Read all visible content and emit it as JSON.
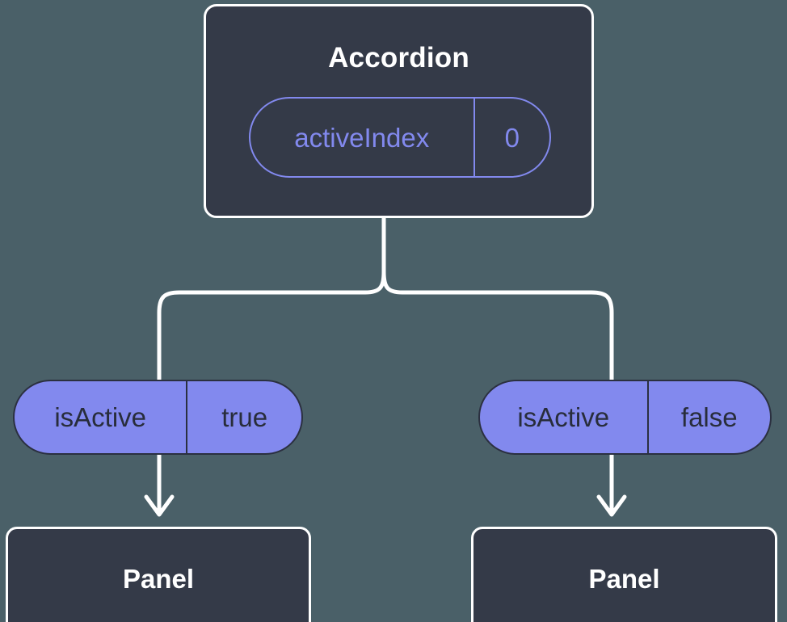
{
  "diagram": {
    "background_color": "#4a6068",
    "root": {
      "title": "Accordion",
      "state_badge": {
        "key": "activeIndex",
        "value": "0",
        "accent_color": "#8289ee",
        "style": "outline"
      },
      "box_color": "#343a48",
      "border_color": "#ffffff"
    },
    "branches": [
      {
        "prop_badge": {
          "key": "isActive",
          "value": "true",
          "fill_color": "#8289ee",
          "text_color": "#282d3b",
          "style": "filled"
        },
        "child": {
          "title": "Panel",
          "box_color": "#343a48",
          "border_color": "#ffffff"
        }
      },
      {
        "prop_badge": {
          "key": "isActive",
          "value": "false",
          "fill_color": "#8289ee",
          "text_color": "#282d3b",
          "style": "filled"
        },
        "child": {
          "title": "Panel",
          "box_color": "#343a48",
          "border_color": "#ffffff"
        }
      }
    ],
    "connectors": {
      "fork_color": "#ffffff",
      "arrow_color": "#ffffff",
      "arrow_head": "chevron"
    }
  }
}
